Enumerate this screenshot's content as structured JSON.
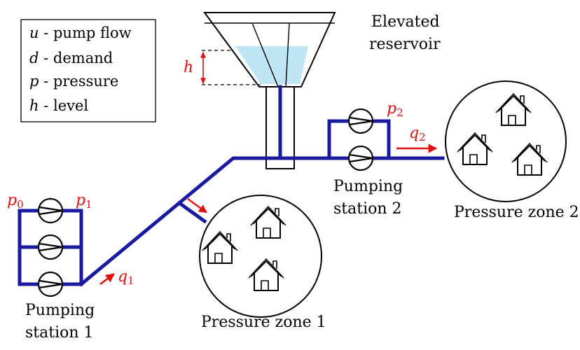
{
  "legend": {
    "items": [
      {
        "symbol": "u",
        "sep": " - ",
        "text": "pump flow"
      },
      {
        "symbol": "d",
        "sep": " - ",
        "text": "demand"
      },
      {
        "symbol": "p",
        "sep": " - ",
        "text": "pressure"
      },
      {
        "symbol": "h",
        "sep": " - ",
        "text": "level"
      }
    ]
  },
  "labels": {
    "reservoir_line1": "Elevated",
    "reservoir_line2": "reservoir",
    "level": "h",
    "p0": "p",
    "p0_sub": "0",
    "p1": "p",
    "p1_sub": "1",
    "p2": "p",
    "p2_sub": "2",
    "q1": "q",
    "q1_sub": "1",
    "q2": "q",
    "q2_sub": "2",
    "station1_line1": "Pumping",
    "station1_line2": "station 1",
    "station2_line1": "Pumping",
    "station2_line2": "station 2",
    "zone1": "Pressure zone 1",
    "zone2": "Pressure zone 2"
  },
  "colors": {
    "pipe": "#1a1aa0",
    "flow": "#e01010",
    "water": "#bfe6f5"
  },
  "icons": [
    "pump-icon",
    "house-icon",
    "arrow-icon"
  ]
}
